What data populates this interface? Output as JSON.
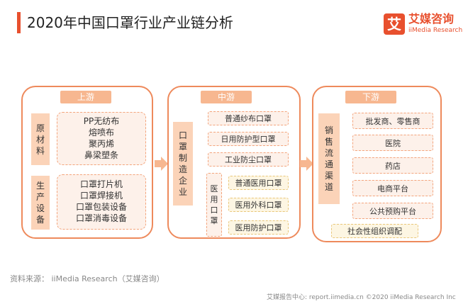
{
  "title": "2020年中国口罩行业产业链分析",
  "logo": {
    "mark": "艾",
    "name_cn": "艾媒咨询",
    "name_en": "iiMedia Research"
  },
  "upstream": {
    "label": "上游",
    "raw_materials": {
      "label": "原\n材\n料",
      "items": [
        "PP无纺布",
        "熔喷布",
        "聚丙烯",
        "鼻梁塑条"
      ]
    },
    "equipment": {
      "label": "生\n产\n设\n备",
      "items": [
        "口罩打片机",
        "口罩焊接机",
        "口罩包装设备",
        "口罩消毒设备"
      ]
    }
  },
  "midstream": {
    "label": "中游",
    "enterprise_label": "口\n罩\n制\n造\n企\n业",
    "products": [
      "普通纱布口罩",
      "日用防护型口罩",
      "工业防尘口罩"
    ],
    "medical_label": "医\n用\n口\n罩",
    "medical_products": [
      "普通医用口罩",
      "医用外科口罩",
      "医用防护口罩"
    ]
  },
  "downstream": {
    "label": "下游",
    "channel_label": "销\n售\n流\n通\n渠\n道",
    "channels": [
      "批发商、零售商",
      "医院",
      "药店",
      "电商平台",
      "公共预购平台"
    ],
    "other": "社会性组织调配"
  },
  "footer": {
    "source": "资料来源：  iiMedia Research（艾媒咨询）",
    "credit": "艾媒报告中心: report.iimedia.cn  ©2020  iiMedia Research  Inc"
  },
  "colors": {
    "accent": "#e8502e",
    "panel_border": "#ee8a5c",
    "tab": "#f7b790",
    "label_fill": "#fbd3b8"
  }
}
